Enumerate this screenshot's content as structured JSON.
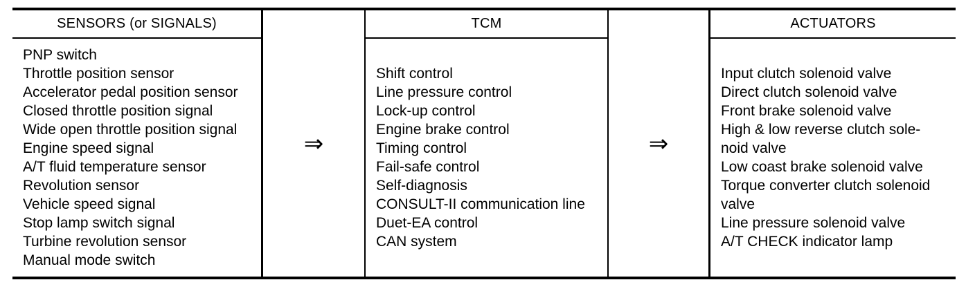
{
  "diagram": {
    "arrow_glyph": "⇒",
    "colors": {
      "ink": "#000000",
      "background": "#ffffff"
    },
    "columns": [
      {
        "header": "SENSORS (or SIGNALS)",
        "items": [
          "PNP switch",
          "Throttle position sensor",
          "Accelerator pedal position sensor",
          "Closed throttle position signal",
          "Wide open throttle position signal",
          "Engine speed signal",
          "A/T fluid temperature sensor",
          "Revolution sensor",
          "Vehicle speed signal",
          "Stop lamp switch signal",
          "Turbine revolution sensor",
          "Manual mode switch"
        ]
      },
      {
        "header": "TCM",
        "items": [
          "Shift control",
          "Line pressure control",
          "Lock-up control",
          "Engine brake control",
          "Timing control",
          "Fail-safe control",
          "Self-diagnosis",
          "CONSULT-II communication line",
          "Duet-EA control",
          "CAN system"
        ]
      },
      {
        "header": "ACTUATORS",
        "items": [
          "Input clutch solenoid valve",
          "Direct clutch solenoid valve",
          "Front brake solenoid valve",
          "High & low reverse clutch sole­noid valve",
          "Low coast brake solenoid valve",
          "Torque converter clutch solenoid valve",
          "Line pressure solenoid valve",
          "A/T CHECK indicator lamp"
        ]
      }
    ]
  }
}
